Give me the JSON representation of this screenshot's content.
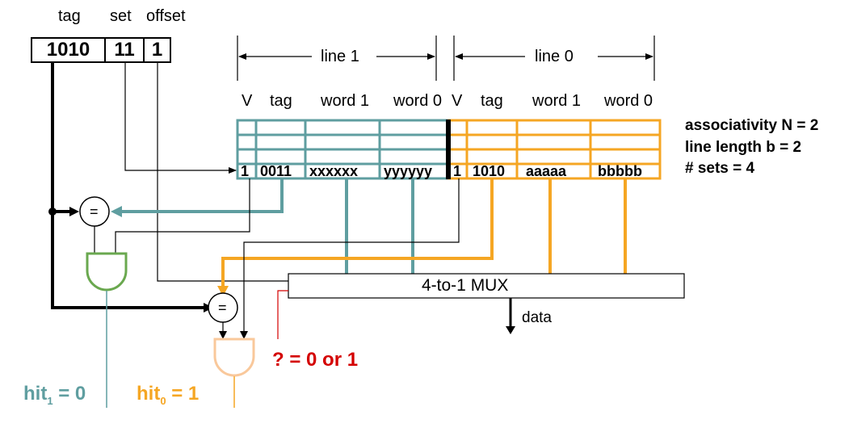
{
  "address": {
    "field_labels": {
      "tag": "tag",
      "set": "set",
      "offset": "offset"
    },
    "tag": "1010",
    "set": "11",
    "offset": "1"
  },
  "way_labels": {
    "line1": "line 1",
    "line0": "line 0"
  },
  "col_headers": {
    "line1": [
      "V",
      "tag",
      "word 1",
      "word 0"
    ],
    "line0": [
      "V",
      "tag",
      "word 1",
      "word 0"
    ]
  },
  "selected_row": {
    "line1": {
      "v": "1",
      "tag": "0011",
      "word1": "xxxxxx",
      "word0": "yyyyyy"
    },
    "line0": {
      "v": "1",
      "tag": "1010",
      "word1": "aaaaa",
      "word0": "bbbbb"
    }
  },
  "params": [
    "associativity N = 2",
    "line length b = 2",
    "# sets = 4"
  ],
  "comparators": {
    "symbol": "="
  },
  "mux": {
    "label": "4-to-1 MUX",
    "output": "data"
  },
  "dont_care": "? = 0 or 1",
  "hits": {
    "hit1": {
      "name": "hit",
      "sub": "1",
      "value": "= 0"
    },
    "hit0": {
      "name": "hit",
      "sub": "0",
      "value": "= 1"
    }
  },
  "colors": {
    "teal": "#5f9ea0",
    "orange": "#f5a623",
    "green": "#6aa84f",
    "light_orange": "#f9c89b",
    "red": "#d40000"
  }
}
